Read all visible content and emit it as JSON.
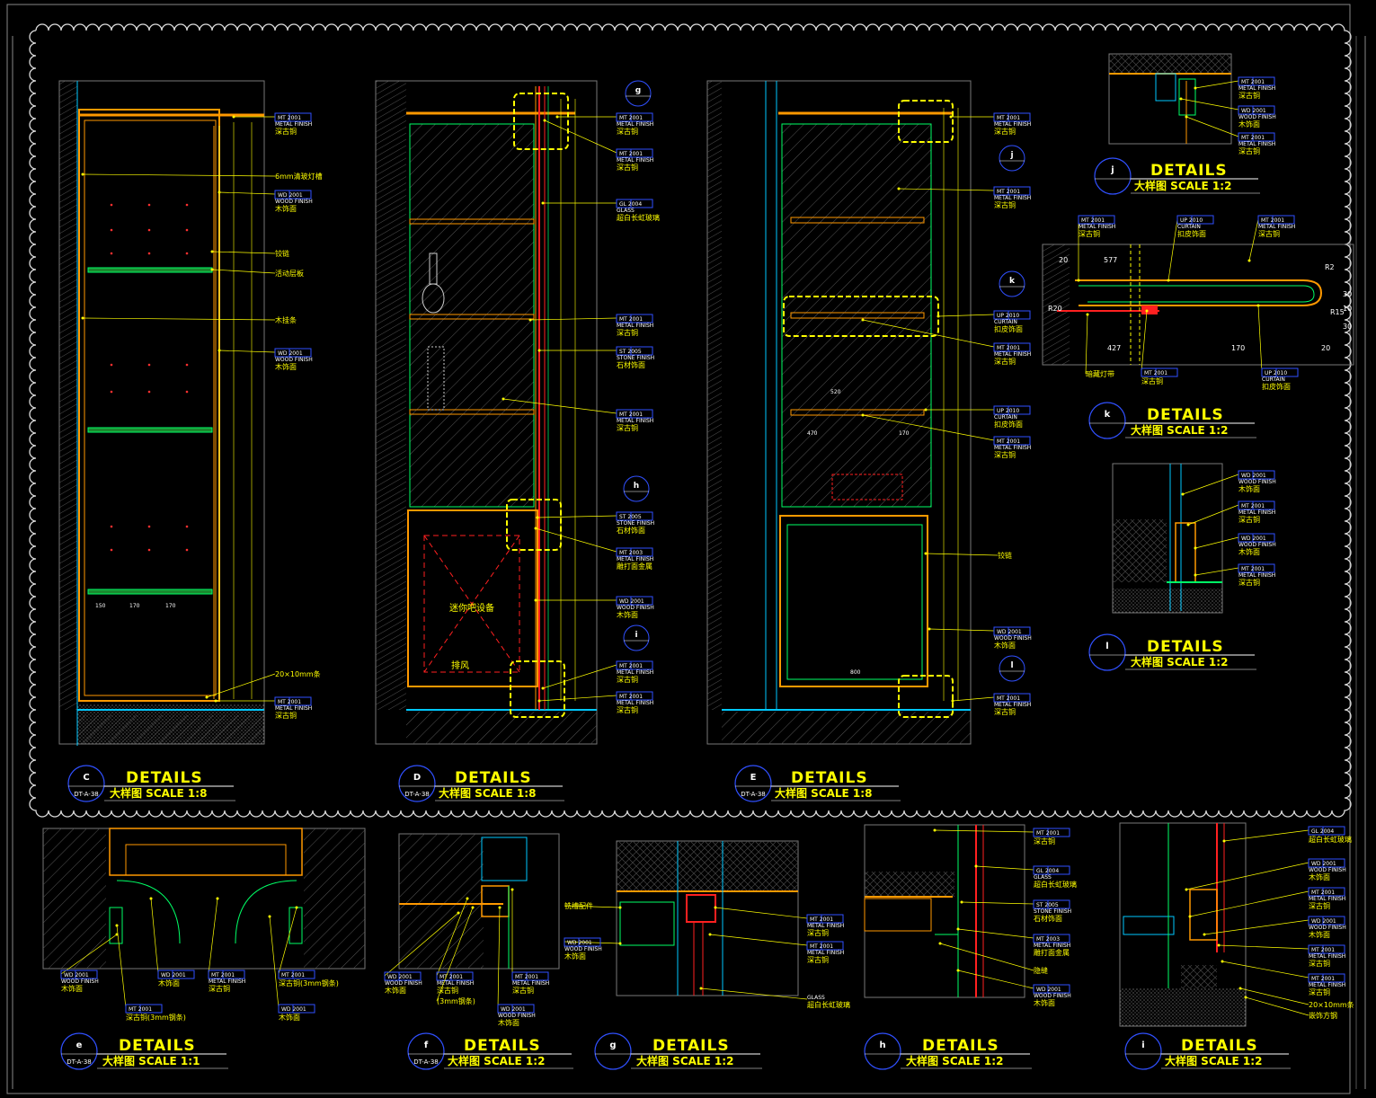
{
  "colors": {
    "bg": "#000000",
    "yellow": "#ffff00",
    "orange": "#ff9900",
    "cyan": "#00c8ff",
    "green": "#00ff66",
    "red": "#ff2020",
    "white": "#ffffff",
    "grey": "#8a8a8a",
    "blue": "#3050ff",
    "hatch": "#6a6a6a"
  },
  "main_details": [
    {
      "id": "c",
      "tag": "C",
      "code": "DT-A-38",
      "title": "DETAILS",
      "subtitle": "大样图 SCALE 1:8",
      "callouts": [
        {
          "code": "MT 2001",
          "en": "METAL FINISH",
          "cn": "深古铜"
        },
        {
          "code": "",
          "en": "",
          "cn": "6mm清玻灯槽"
        },
        {
          "code": "WD 2001",
          "en": "WOOD FINISH",
          "cn": "木饰面"
        },
        {
          "code": "",
          "en": "",
          "cn": "铰链"
        },
        {
          "code": "",
          "en": "",
          "cn": "活动层板"
        },
        {
          "code": "",
          "en": "",
          "cn": "木挂条"
        },
        {
          "code": "WD 2001",
          "en": "WOOD FINISH",
          "cn": "木饰面"
        },
        {
          "code": "",
          "en": "",
          "cn": "20×10mm条"
        },
        {
          "code": "MT 2001",
          "en": "METAL FINISH",
          "cn": "深古铜"
        }
      ],
      "dims": [
        "150",
        "170",
        "170"
      ]
    },
    {
      "id": "d",
      "tag": "D",
      "code": "DT-A-38",
      "title": "DETAILS",
      "subtitle": "大样图 SCALE 1:8",
      "callouts": [
        {
          "code": "MT 2001",
          "en": "METAL FINISH",
          "cn": "深古铜"
        },
        {
          "code": "MT 2001",
          "en": "METAL FINISH",
          "cn": "深古铜"
        },
        {
          "code": "GL 2004",
          "en": "GLASS",
          "cn": "超白长虹玻璃"
        },
        {
          "code": "MT 2001",
          "en": "METAL FINISH",
          "cn": "深古铜"
        },
        {
          "code": "ST 2005",
          "en": "STONE FINISH",
          "cn": "石材饰面"
        },
        {
          "code": "MT 2001",
          "en": "METAL FINISH",
          "cn": "深古铜"
        },
        {
          "code": "ST 2005",
          "en": "STONE FINISH",
          "cn": "石材饰面"
        },
        {
          "code": "MT 2003",
          "en": "METAL FINISH",
          "cn": "雕打面金属"
        },
        {
          "code": "WD 2001",
          "en": "WOOD FINISH",
          "cn": "木饰面"
        },
        {
          "code": "MT 2001",
          "en": "METAL FINISH",
          "cn": "深古铜"
        },
        {
          "code": "MT 2001",
          "en": "METAL FINISH",
          "cn": "深古铜"
        }
      ],
      "labels": [
        "迷你吧设备",
        "排风"
      ],
      "bubbles": [
        "g",
        "h",
        "i"
      ]
    },
    {
      "id": "e2",
      "tag": "E",
      "code": "DT-A-38",
      "title": "DETAILS",
      "subtitle": "大样图 SCALE 1:8",
      "callouts": [
        {
          "code": "MT 2001",
          "en": "METAL FINISH",
          "cn": "深古铜"
        },
        {
          "code": "MT 2001",
          "en": "METAL FINISH",
          "cn": "深古铜"
        },
        {
          "code": "UP 2010",
          "en": "CURTAIN",
          "cn": "扣皮饰面"
        },
        {
          "code": "MT 2001",
          "en": "METAL FINISH",
          "cn": "深古铜"
        },
        {
          "code": "UP 2010",
          "en": "CURTAIN",
          "cn": "扣皮饰面"
        },
        {
          "code": "MT 2001",
          "en": "METAL FINISH",
          "cn": "深古铜"
        },
        {
          "code": "",
          "en": "",
          "cn": "铰链"
        },
        {
          "code": "WD 2001",
          "en": "WOOD FINISH",
          "cn": "木饰面"
        },
        {
          "code": "MT 2001",
          "en": "METAL FINISH",
          "cn": "深古铜"
        }
      ],
      "dims": [
        "520",
        "470",
        "170",
        "800"
      ],
      "bubbles": [
        "j",
        "k",
        "l"
      ]
    }
  ],
  "right_details": [
    {
      "id": "j",
      "tag": "j",
      "title": "DETAILS",
      "subtitle": "大样图 SCALE 1:2",
      "callouts": [
        {
          "code": "MT 2001",
          "en": "METAL FINISH",
          "cn": "深古铜"
        },
        {
          "code": "WD 2001",
          "en": "WOOD FINISH",
          "cn": "木饰面"
        },
        {
          "code": "MT 2001",
          "en": "METAL FINISH",
          "cn": "深古铜"
        }
      ]
    },
    {
      "id": "k",
      "tag": "k",
      "title": "DETAILS",
      "subtitle": "大样图 SCALE 1:2",
      "callouts": [
        {
          "code": "MT 2001",
          "en": "METAL FINISH",
          "cn": "深古铜"
        },
        {
          "code": "UP 2010",
          "en": "CURTAIN",
          "cn": "扣皮饰面"
        },
        {
          "code": "MT 2001",
          "en": "METAL FINISH",
          "cn": "深古铜"
        },
        {
          "code": "",
          "en": "",
          "cn": "暗藏灯带"
        },
        {
          "code": "MT 2001",
          "en": "",
          "cn": "深古铜"
        },
        {
          "code": "UP 2010",
          "en": "CURTAIN",
          "cn": "扣皮饰面"
        }
      ],
      "dims": [
        "20",
        "577",
        "427",
        "170",
        "20",
        "30",
        "10",
        "30",
        "R20",
        "R15",
        "R2"
      ]
    },
    {
      "id": "l",
      "tag": "l",
      "title": "DETAILS",
      "subtitle": "大样图 SCALE 1:2",
      "callouts": [
        {
          "code": "WD 2001",
          "en": "WOOD FINISH",
          "cn": "木饰面"
        },
        {
          "code": "MT 2001",
          "en": "METAL FINISH",
          "cn": "深古铜"
        },
        {
          "code": "WD 2001",
          "en": "WOOD FINISH",
          "cn": "木饰面"
        },
        {
          "code": "MT 2001",
          "en": "METAL FINISH",
          "cn": "深古铜"
        }
      ]
    }
  ],
  "bottom_details": [
    {
      "id": "e",
      "tag": "e",
      "code": "DT-A-38",
      "title": "DETAILS",
      "subtitle": "大样图 SCALE 1:1",
      "callouts": [
        {
          "code": "WD 2001",
          "en": "WOOD FINISH",
          "cn": "木饰面"
        },
        {
          "code": "WD 2001",
          "en": "",
          "cn": "木饰面"
        },
        {
          "code": "MT 2001",
          "en": "METAL FINISH",
          "cn": "深古铜"
        },
        {
          "code": "MT 2001",
          "en": "",
          "cn": "深古铜(3mm钢条)"
        },
        {
          "code": "MT 2001",
          "en": "",
          "cn": "深古铜(3mm钢条)"
        },
        {
          "code": "WD 2001",
          "en": "",
          "cn": "木饰面"
        }
      ]
    },
    {
      "id": "f",
      "tag": "f",
      "code": "DT-A-38",
      "title": "DETAILS",
      "subtitle": "大样图 SCALE 1:2",
      "callouts": [
        {
          "code": "WD 2001",
          "en": "WOOD FINISH",
          "cn": "木饰面"
        },
        {
          "code": "MT 2001",
          "en": "METAL FINISH",
          "cn": "深古铜"
        },
        {
          "code": "",
          "en": "",
          "cn": "(3mm钢条)"
        },
        {
          "code": "WD 2001",
          "en": "WOOD FINISH",
          "cn": "木饰面"
        },
        {
          "code": "MT 2001",
          "en": "METAL FINISH",
          "cn": "深古铜"
        }
      ]
    },
    {
      "id": "g",
      "tag": "g",
      "title": "DETAILS",
      "subtitle": "大样图 SCALE 1:2",
      "callouts": [
        {
          "code": "",
          "en": "",
          "cn": "铣槽配件"
        },
        {
          "code": "WD 2001",
          "en": "WOOD FINISH",
          "cn": "木饰面"
        },
        {
          "code": "MT 2001",
          "en": "METAL FINISH",
          "cn": "深古铜"
        },
        {
          "code": "MT 2001",
          "en": "METAL FINISH",
          "cn": "深古铜"
        },
        {
          "code": "",
          "en": "GLASS",
          "cn": "超白长虹玻璃"
        }
      ]
    },
    {
      "id": "h",
      "tag": "h",
      "title": "DETAILS",
      "subtitle": "大样图 SCALE 1:2",
      "callouts": [
        {
          "code": "MT 2001",
          "en": "",
          "cn": "深古铜"
        },
        {
          "code": "GL 2004",
          "en": "GLASS",
          "cn": "超白长虹玻璃"
        },
        {
          "code": "ST 2005",
          "en": "STONE FINISH",
          "cn": "石材饰面"
        },
        {
          "code": "MT 2003",
          "en": "METAL FINISH",
          "cn": "雕打面金属"
        },
        {
          "code": "",
          "en": "",
          "cn": "隐缝"
        },
        {
          "code": "WD 2001",
          "en": "WOOD FINISH",
          "cn": "木饰面"
        }
      ]
    },
    {
      "id": "i",
      "tag": "i",
      "title": "DETAILS",
      "subtitle": "大样图 SCALE 1:2",
      "callouts": [
        {
          "code": "GL 2004",
          "en": "",
          "cn": "超白长虹玻璃"
        },
        {
          "code": "WD 2001",
          "en": "WOOD FINISH",
          "cn": "木饰面"
        },
        {
          "code": "MT 2001",
          "en": "METAL FINISH",
          "cn": "深古铜"
        },
        {
          "code": "WD 2001",
          "en": "WOOD FINISH",
          "cn": "木饰面"
        },
        {
          "code": "MT 2001",
          "en": "METAL FINISH",
          "cn": "深古铜"
        },
        {
          "code": "MT 2001",
          "en": "METAL FINISH",
          "cn": "深古铜"
        },
        {
          "code": "",
          "en": "",
          "cn": "20×10mm条"
        },
        {
          "code": "",
          "en": "",
          "cn": "嵌饰方钢"
        }
      ]
    }
  ]
}
